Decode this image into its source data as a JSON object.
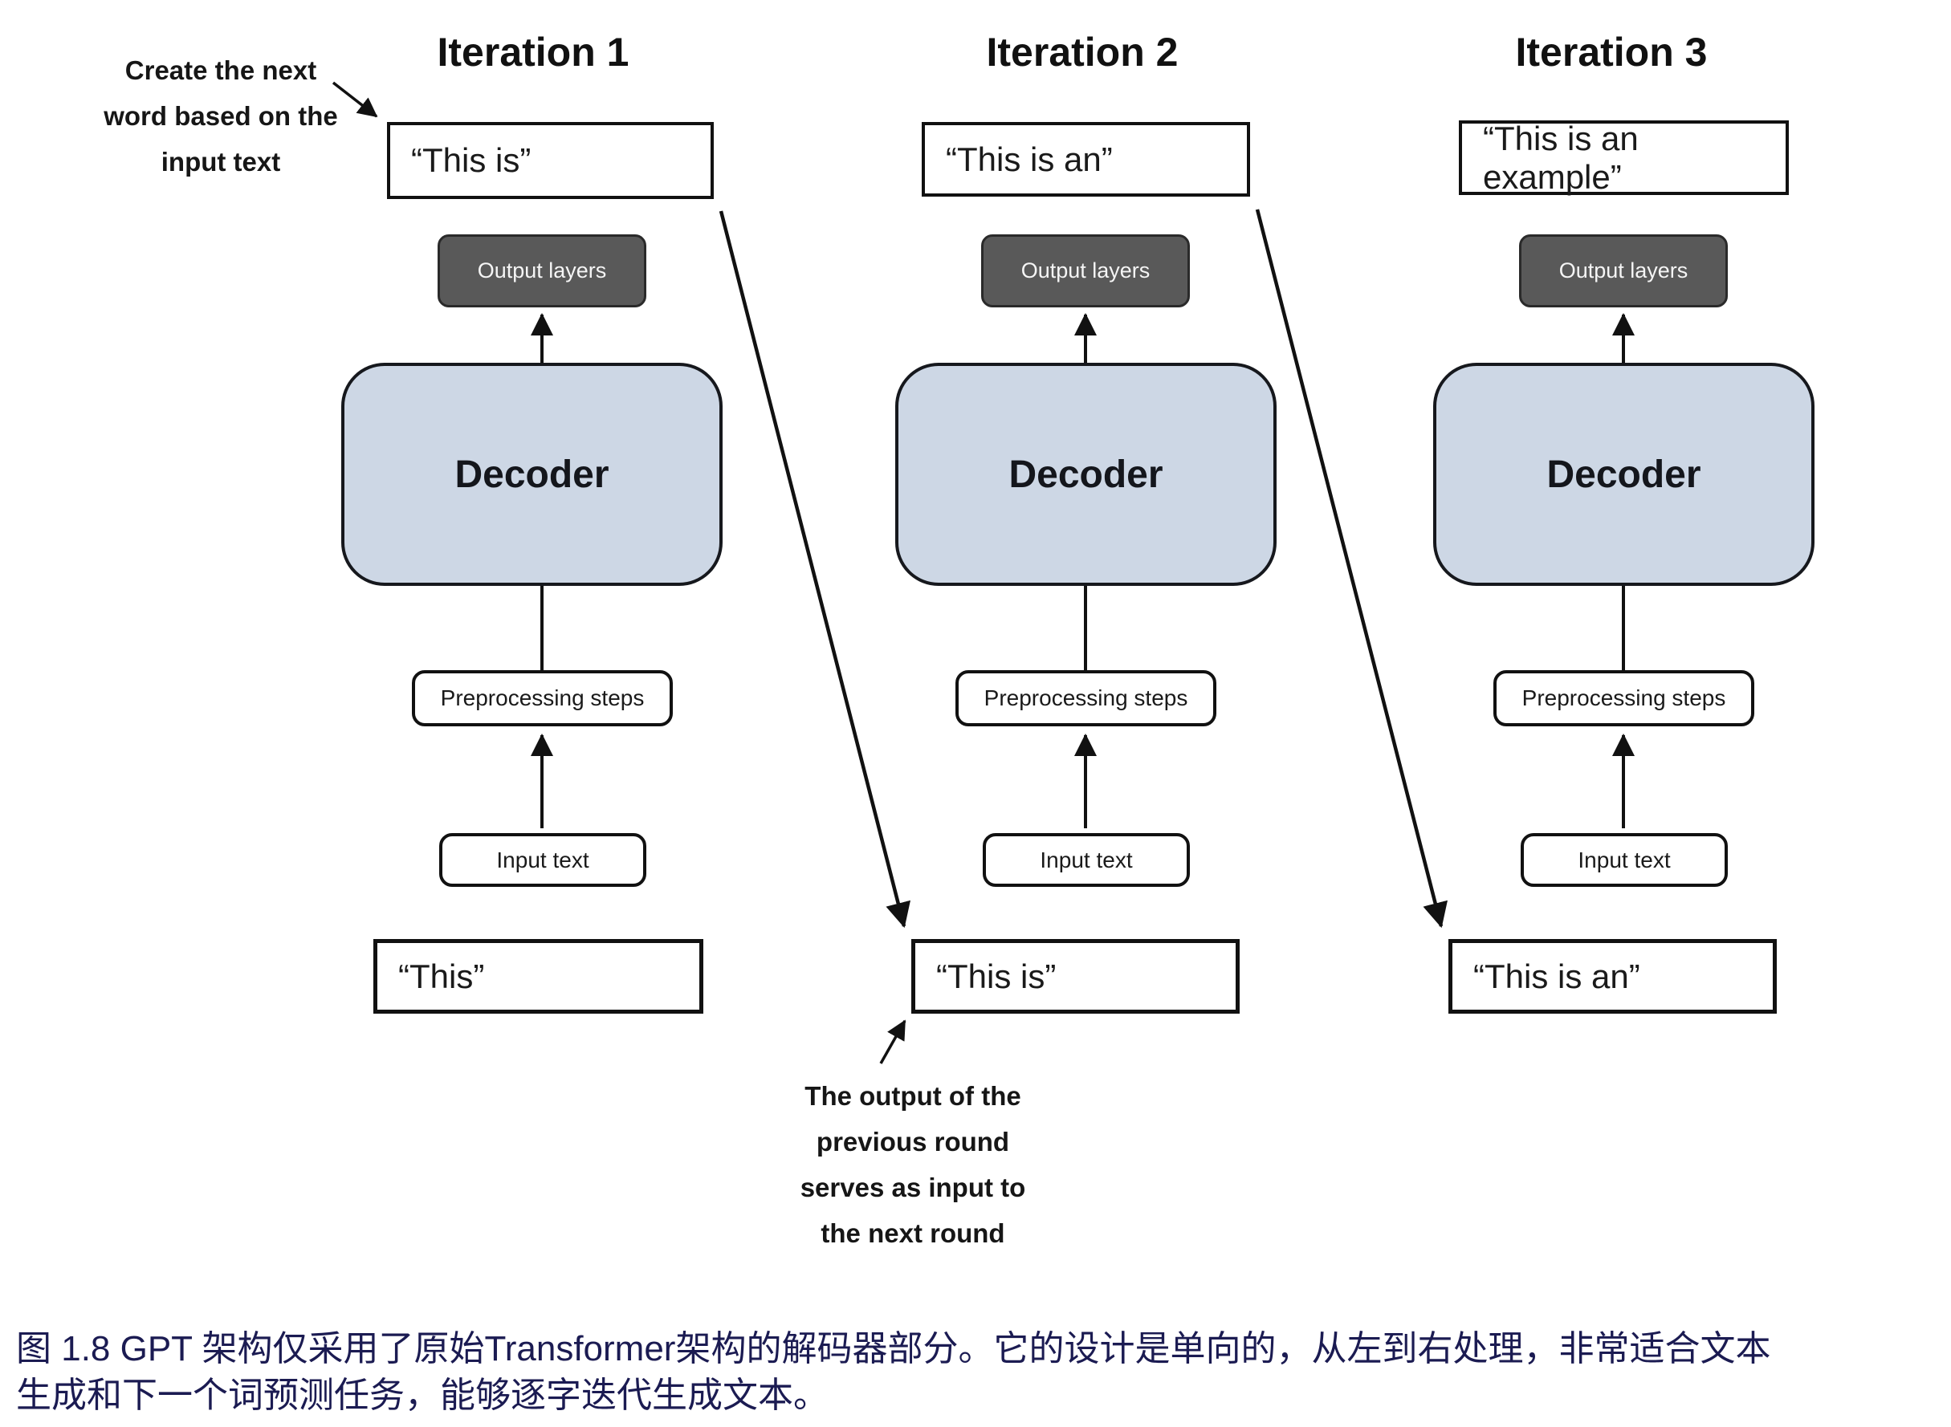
{
  "figure": {
    "type": "diagram",
    "topic": "GPT decoder-only iterative next-word generation"
  },
  "iterations": [
    {
      "title": "Iteration 1",
      "generated_text": "“This is”",
      "context_text": "“This”"
    },
    {
      "title": "Iteration 2",
      "generated_text": "“This is an”",
      "context_text": "“This is”"
    },
    {
      "title": "Iteration 3",
      "generated_text": "“This is an example”",
      "context_text": "“This is an”"
    }
  ],
  "stages": {
    "output_layers": "Output layers",
    "decoder": "Decoder",
    "preprocessing": "Preprocessing steps",
    "input_text": "Input text"
  },
  "annotations": {
    "top": {
      "lines": [
        "Create the next",
        "word based on the",
        "input text"
      ]
    },
    "bottom": {
      "lines": [
        "The output of the",
        "previous round",
        "serves as input to",
        "the next round"
      ]
    }
  },
  "caption": {
    "line1": "图 1.8  GPT 架构仅采用了原始Transformer架构的解码器部分。它的设计是单向的，从左到右处理，非常适合文本",
    "line2": "生成和下一个词预测任务，能够逐字迭代生成文本。"
  },
  "colors": {
    "decoder_fill": "#cdd7e5",
    "output_layers_fill": "#595959",
    "caption_color": "#1b1b52",
    "line_color": "#111111",
    "page_bg": "#ffffff"
  }
}
